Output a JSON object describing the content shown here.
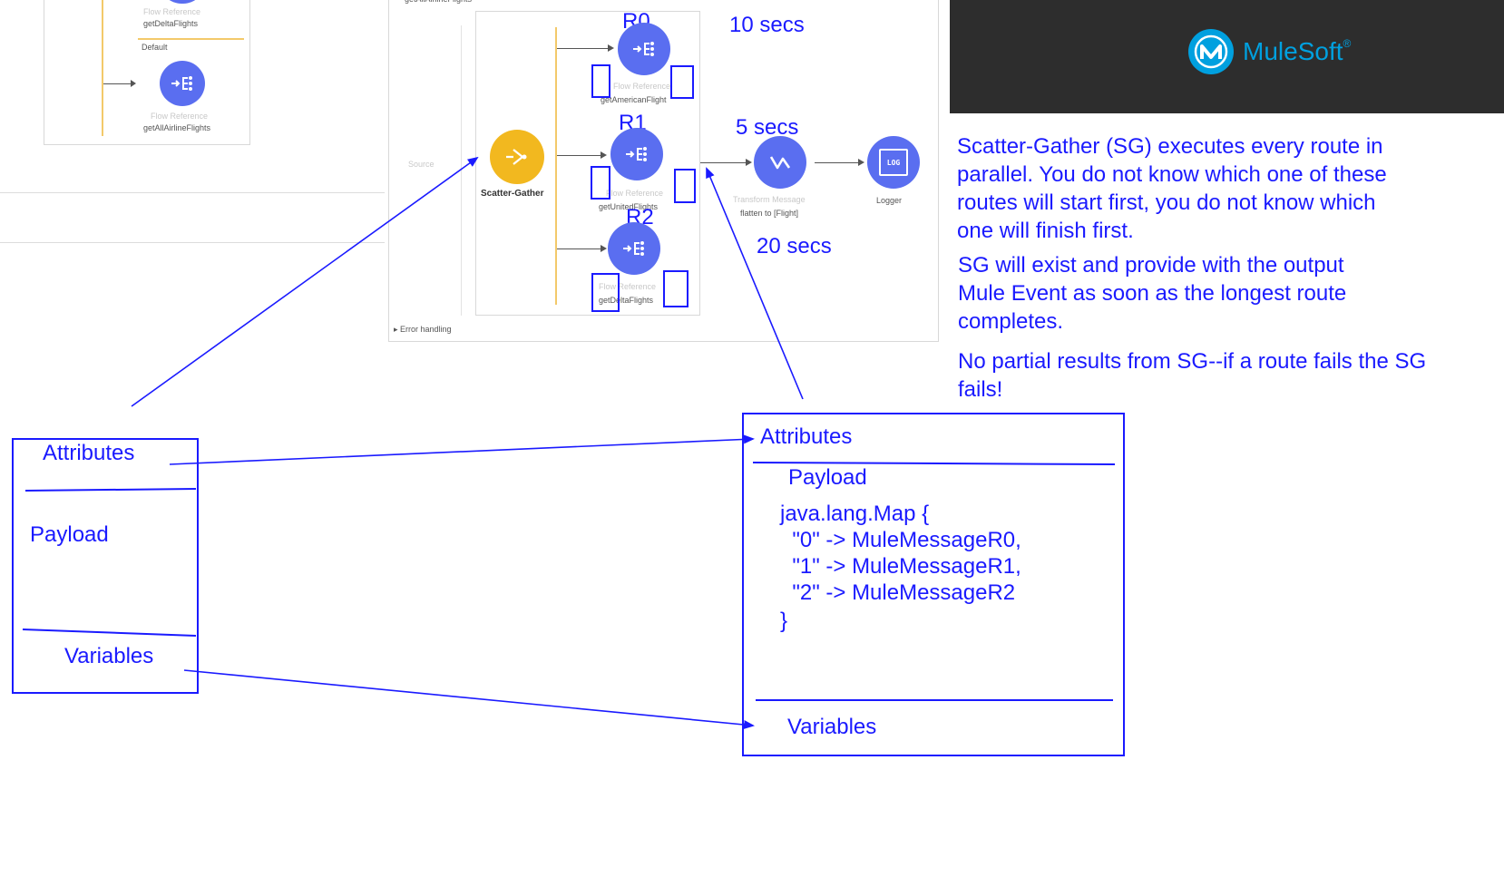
{
  "left_flow": {
    "top_label_a": "Flow Reference",
    "top_label_b": "getDeltaFlights",
    "default_label": "Default",
    "bottom_label_a": "Flow Reference",
    "bottom_label_b": "getAllAirlineFlights"
  },
  "main_flow": {
    "flow_name": "getAllAirlineFlights",
    "source_label": "Source",
    "scatter_label": "Scatter-Gather",
    "routes": [
      {
        "id": "R0",
        "ref": "Flow Reference",
        "name": "getAmericanFlight"
      },
      {
        "id": "R1",
        "ref": "Flow Reference",
        "name": "getUnitedFlights"
      },
      {
        "id": "R2",
        "ref": "Flow Reference",
        "name": "getDeltaFlights"
      }
    ],
    "transform_label_a": "Transform Message",
    "transform_label_b": "flatten to [Flight]",
    "logger_label": "Logger",
    "logger_icon_text": "LOG",
    "error_handling": "Error handling"
  },
  "timings": {
    "r0": "10 secs",
    "r1": "5 secs",
    "r2": "20 secs"
  },
  "brand": {
    "name": "MuleSoft",
    "symbol": "®",
    "accent": "#00a0df",
    "bar_color": "#2d2d2d"
  },
  "notes": {
    "p1": "Scatter-Gather (SG) executes every route in parallel.  You do not know which one of these routes will start first, you do not know which one will finish first.",
    "p2": "SG will exist and provide with the output Mule Event as soon as the longest route completes.",
    "p3": "No partial results from SG--if a route fails the SG fails!"
  },
  "input_event": {
    "attributes": "Attributes",
    "payload": "Payload",
    "variables": "Variables"
  },
  "output_event": {
    "attributes": "Attributes",
    "payload": "Payload",
    "payload_code": [
      "java.lang.Map {",
      "  \"0\" -> MuleMessageR0,",
      "  \"1\" -> MuleMessageR1,",
      "  \"2\" -> MuleMessageR2",
      "}"
    ],
    "variables": "Variables"
  },
  "colors": {
    "annotation": "#1a1aff",
    "node": "#5a6ef0",
    "scatter": "#f2b81f",
    "route_line": "#f3c96a"
  }
}
